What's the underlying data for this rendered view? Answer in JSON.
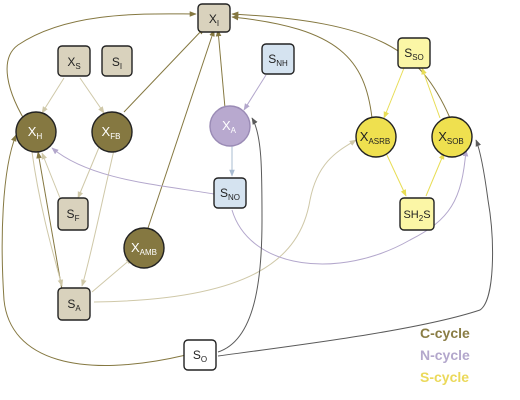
{
  "nodes": {
    "xi": {
      "main": "X",
      "sub": "I",
      "fill": "#d9d2bd",
      "stroke": "#222222",
      "text": "#222222"
    },
    "xs": {
      "main": "X",
      "sub": "S",
      "fill": "#d9d2bd",
      "stroke": "#222222",
      "text": "#222222"
    },
    "si": {
      "main": "S",
      "sub": "I",
      "fill": "#d9d2bd",
      "stroke": "#222222",
      "text": "#222222"
    },
    "xh": {
      "main": "X",
      "sub": "H",
      "fill": "#857841",
      "stroke": "#222222",
      "text": "#ffffff"
    },
    "xfb": {
      "main": "X",
      "sub": "FB",
      "fill": "#857841",
      "stroke": "#222222",
      "text": "#ffffff"
    },
    "sf": {
      "main": "S",
      "sub": "F",
      "fill": "#d9d2bd",
      "stroke": "#222222",
      "text": "#222222"
    },
    "xamb": {
      "main": "X",
      "sub": "AMB",
      "fill": "#857841",
      "stroke": "#222222",
      "text": "#ffffff"
    },
    "sa": {
      "main": "S",
      "sub": "A",
      "fill": "#d9d2bd",
      "stroke": "#222222",
      "text": "#222222"
    },
    "so": {
      "main": "S",
      "sub": "O",
      "fill": "#ffffff",
      "stroke": "#222222",
      "text": "#222222"
    },
    "snh": {
      "main": "S",
      "sub": "NH",
      "fill": "#d5e3f0",
      "stroke": "#222222",
      "text": "#222222"
    },
    "xa": {
      "main": "X",
      "sub": "A",
      "fill": "#b8a9cf",
      "stroke": "#9a8bb5",
      "text": "#ffffff"
    },
    "sno": {
      "main": "S",
      "sub": "NO",
      "fill": "#d5e3f0",
      "stroke": "#222222",
      "text": "#222222"
    },
    "sso": {
      "main": "S",
      "sub": "SO",
      "fill": "#fbf6a6",
      "stroke": "#222222",
      "text": "#222222"
    },
    "xasrb": {
      "main": "X",
      "sub": "ASRB",
      "fill": "#efe04f",
      "stroke": "#222222",
      "text": "#222222"
    },
    "xsob": {
      "main": "X",
      "sub": "SOB",
      "fill": "#efe04f",
      "stroke": "#222222",
      "text": "#222222"
    },
    "sh2s": {
      "main": "SH",
      "sub": "2",
      "main2": "S",
      "fill": "#fbf6a6",
      "stroke": "#222222",
      "text": "#222222"
    }
  },
  "edge_colors": {
    "c_dark": "#857841",
    "c_light": "#cfc8a8",
    "n": "#b3a7cc",
    "n_light": "#a9bcd2",
    "s": "#e8dd55",
    "gray": "#5a5a5a"
  },
  "legend": {
    "c_cycle": {
      "label": "C-cycle",
      "color": "#8a7d45"
    },
    "n_cycle": {
      "label": "N-cycle",
      "color": "#b3a7cc"
    },
    "s_cycle": {
      "label": "S-cycle",
      "color": "#ebd95a"
    }
  }
}
